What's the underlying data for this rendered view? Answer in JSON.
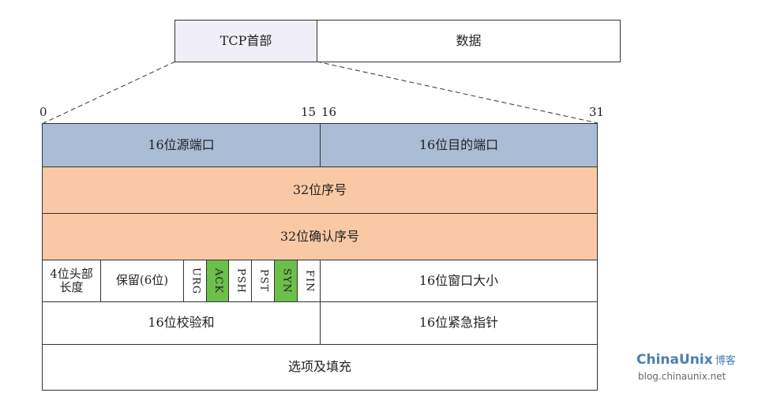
{
  "segment": {
    "header_label": "TCP首部",
    "data_label": "数据"
  },
  "bit_labels": {
    "b0": "0",
    "b15": "15",
    "b16": "16",
    "b31": "31"
  },
  "rows": {
    "src_port": "16位源端口",
    "dst_port": "16位目的端口",
    "seq": "32位序号",
    "ack_seq": "32位确认序号",
    "header_len": "4位头部长度",
    "reserved": "保留(6位)",
    "flags": [
      "URG",
      "ACK",
      "PSH",
      "PST",
      "SYN",
      "FIN"
    ],
    "window": "16位窗口大小",
    "checksum": "16位校验和",
    "urgent_ptr": "16位紧急指针",
    "options": "选项及填充"
  },
  "watermark": {
    "brand": "ChinaUnix",
    "blog": "博客",
    "url": "blog.chinaunix.net"
  },
  "colors": {
    "port_row": "#a9bdd6",
    "seq_row": "#f9c9a6",
    "flag_highlight": "#6cc04a",
    "header_box": "#f0eef6"
  }
}
